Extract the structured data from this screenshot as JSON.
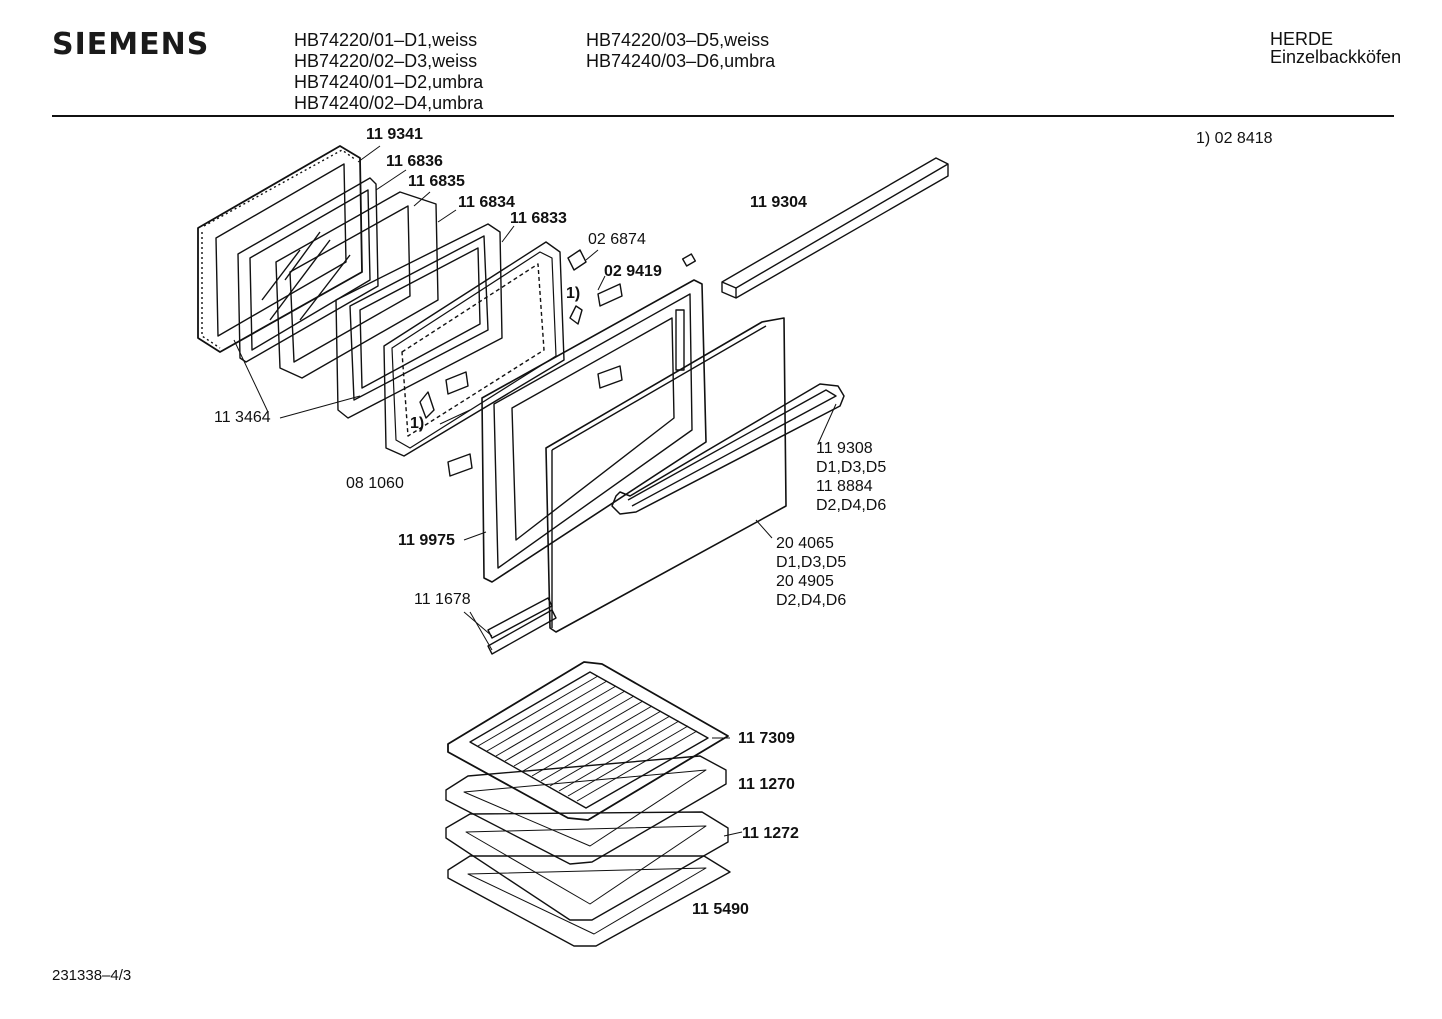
{
  "brand": "SIEMENS",
  "models": {
    "col1": [
      "HB74220/01–D1,weiss",
      "HB74220/02–D3,weiss",
      "HB74240/01–D2,umbra",
      "HB74240/02–D4,umbra"
    ],
    "col2": [
      "HB74220/03–D5,weiss",
      "HB74240/03–D6,umbra"
    ]
  },
  "category": {
    "line1": "HERDE",
    "line2": "Einzelbackköfen"
  },
  "footnote": "1)  02 8418",
  "drawing_number": "231338–4/3",
  "parts": {
    "p119341": "11 9341",
    "p116836": "11 6836",
    "p116835": "11 6835",
    "p116834": "11 6834",
    "p116833": "11 6833",
    "p026874": "02 6874",
    "p029419": "02 9419",
    "ref1a": "1)",
    "ref1b": "1)",
    "p119304": "11 9304",
    "p113464": "11 3464",
    "p081060": "08 1060",
    "p119975": "11 9975",
    "p111678": "11 1678",
    "handle": [
      "11 9308",
      "D1,D3,D5",
      "11 8884",
      "D2,D4,D6"
    ],
    "door": [
      "20 4065",
      "D1,D3,D5",
      "20 4905",
      "D2,D4,D6"
    ],
    "p117309": "11 7309",
    "p111270": "11 1270",
    "p111272": "11 1272",
    "p115490": "11 5490"
  }
}
